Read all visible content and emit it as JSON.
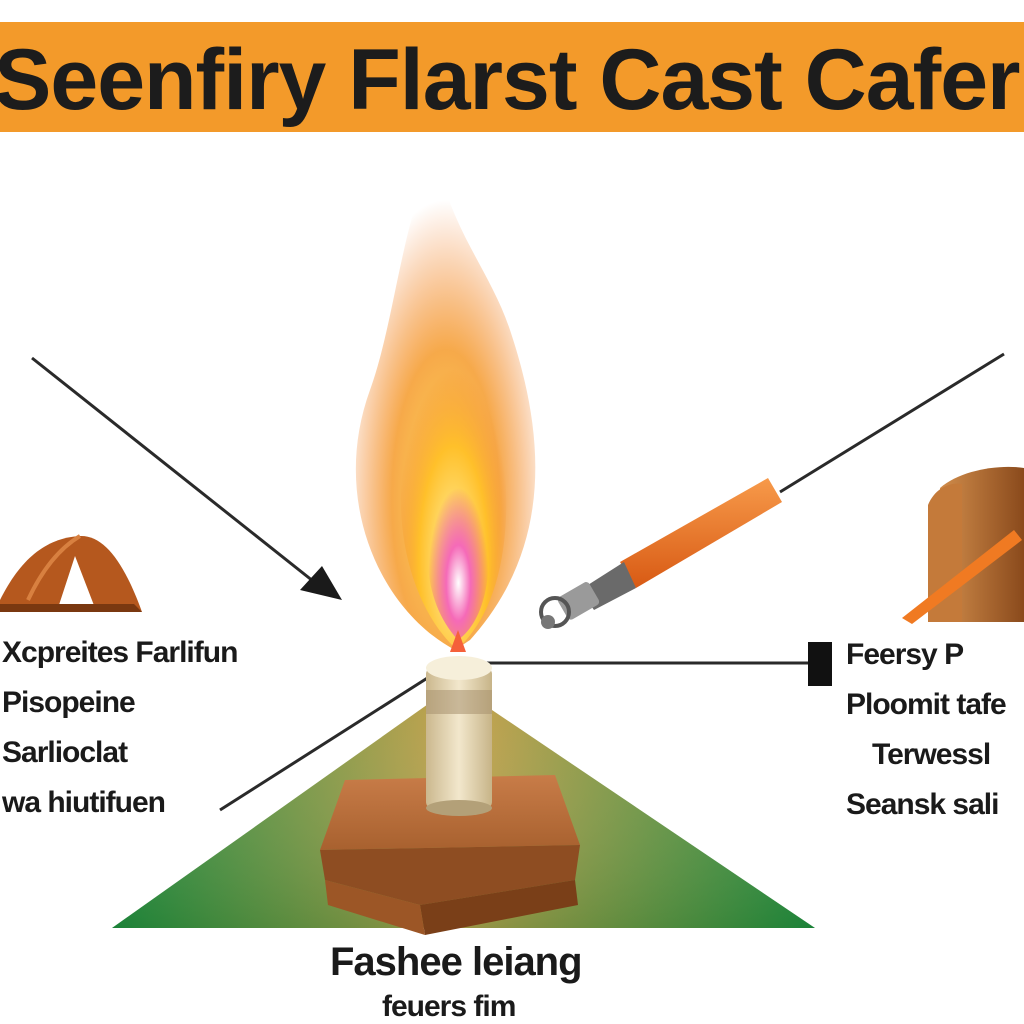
{
  "banner": {
    "title": "Seenfiry Flarst Cast Cafer",
    "color": "#f39a2a"
  },
  "left_labels": [
    "Xcpreites Farlifun",
    "Pisopeine",
    "Sarlioclat",
    "wa hiutifuen"
  ],
  "right_labels": [
    "Feersy P",
    "Ploomit tafe",
    "Terwessl",
    "Seansk sali"
  ],
  "bottom_labels": {
    "main": "Fashee leiang",
    "sub": "feuers fim"
  },
  "icons": [
    "flame-icon",
    "tent-icon",
    "lighter-icon",
    "log-pile-icon",
    "candle-icon"
  ],
  "colors": {
    "flame_outer": "#f08a2a",
    "flame_inner": "#ffd23a",
    "flame_core": "#ec4aa0",
    "ground_green": "#2e8b3a",
    "ground_tan": "#c8a14a",
    "base_brown": "#b5683a",
    "candle_cream": "#e8dcc0",
    "tent_brown": "#b5581e",
    "lighter_orange": "#f07a22"
  }
}
